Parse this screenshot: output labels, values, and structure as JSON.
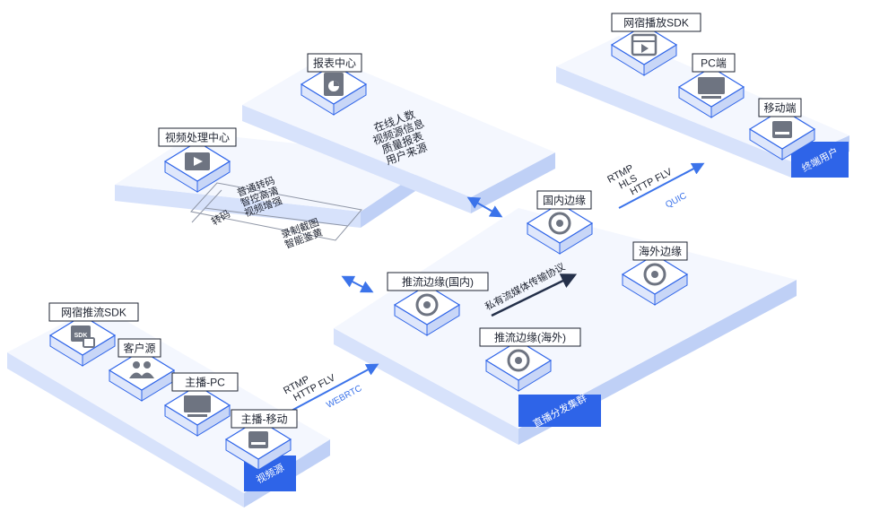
{
  "colors": {
    "platform_top": "#f4f7fe",
    "platform_left": "#d7e2fb",
    "platform_right": "#bfd0f6",
    "outline": "#2e64e8",
    "tile_top": "#ffffff",
    "icon_gray": "#6e7481",
    "badge_blue": "#2e64e8",
    "arrow_blue": "#3b73ea",
    "arrow_dark": "#24304a",
    "text_dark": "#1e2330"
  },
  "labels": {
    "play_sdk": "网宿播放SDK",
    "pc_end": "PC端",
    "mobile_end": "移动端",
    "report_center": "报表中心",
    "video_center": "视频处理中心",
    "domestic_edge": "国内边缘",
    "overseas_edge": "海外边缘",
    "push_edge_domestic": "推流边缘(国内)",
    "push_edge_overseas": "推流边缘(海外)",
    "push_sdk": "网宿推流SDK",
    "customer_source": "客户源",
    "anchor_pc": "主播-PC",
    "anchor_mobile": "主播-移动"
  },
  "badges": {
    "end_user": "终端用户",
    "distribution": "直播分发集群",
    "video_source": "视频源"
  },
  "report_lines": [
    "在线人数",
    "视频源信息",
    "质量报表",
    "用户来源"
  ],
  "video_table": {
    "left": "转码",
    "top_lines": [
      "普通转码",
      "智控高清",
      "视频增强"
    ],
    "bottom_lines": [
      "录制截图",
      "智能鉴黄"
    ]
  },
  "protocols": {
    "out_lines": [
      "RTMP",
      "HLS",
      "HTTP FLV"
    ],
    "out_under": "QUIC",
    "in_lines": [
      "RTMP",
      "HTTP FLV"
    ],
    "in_under": "WEBRTC",
    "private": "私有流媒体传输协议"
  }
}
